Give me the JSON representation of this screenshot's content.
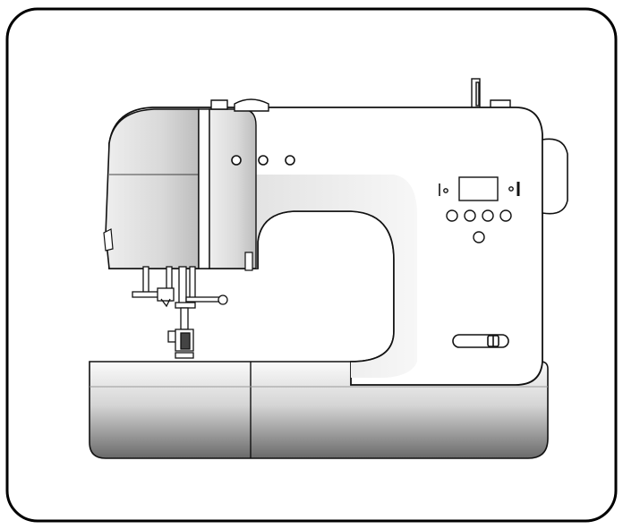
{
  "figure": {
    "subject": "sewing-machine-icon",
    "colors": {
      "outline": "#111111",
      "background": "#ffffff",
      "frame_border": "#000000",
      "body_fill": "#ffffff",
      "gradient_light": "#f2f2f2",
      "gradient_mid": "#c9c9c9",
      "gradient_dark": "#6e6e6e"
    },
    "controls": {
      "top_buttons": 3,
      "panel_buttons_row": 4,
      "panel_buttons_bottom": 1
    }
  }
}
